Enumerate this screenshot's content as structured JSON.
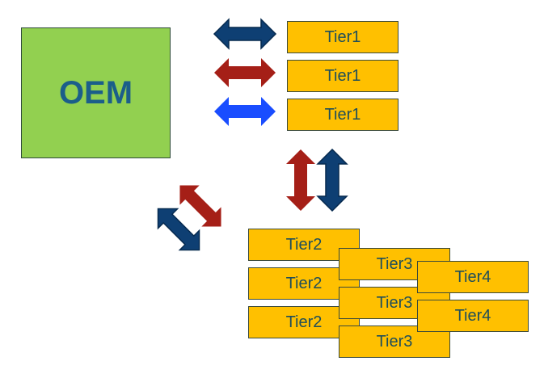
{
  "diagram": {
    "oem": {
      "label": "OEM",
      "color": "#92d050"
    },
    "tier1": [
      {
        "label": "Tier1"
      },
      {
        "label": "Tier1"
      },
      {
        "label": "Tier1"
      }
    ],
    "tier2": [
      {
        "label": "Tier2"
      },
      {
        "label": "Tier2"
      },
      {
        "label": "Tier2"
      }
    ],
    "tier3": [
      {
        "label": "Tier3"
      },
      {
        "label": "Tier3"
      },
      {
        "label": "Tier3"
      }
    ],
    "tier4": [
      {
        "label": "Tier4"
      },
      {
        "label": "Tier4"
      }
    ],
    "tier_color": "#ffc000",
    "arrow_colors": {
      "dark_blue": "#0e3f73",
      "red": "#a51f17",
      "bright_blue": "#1a4dff"
    }
  }
}
